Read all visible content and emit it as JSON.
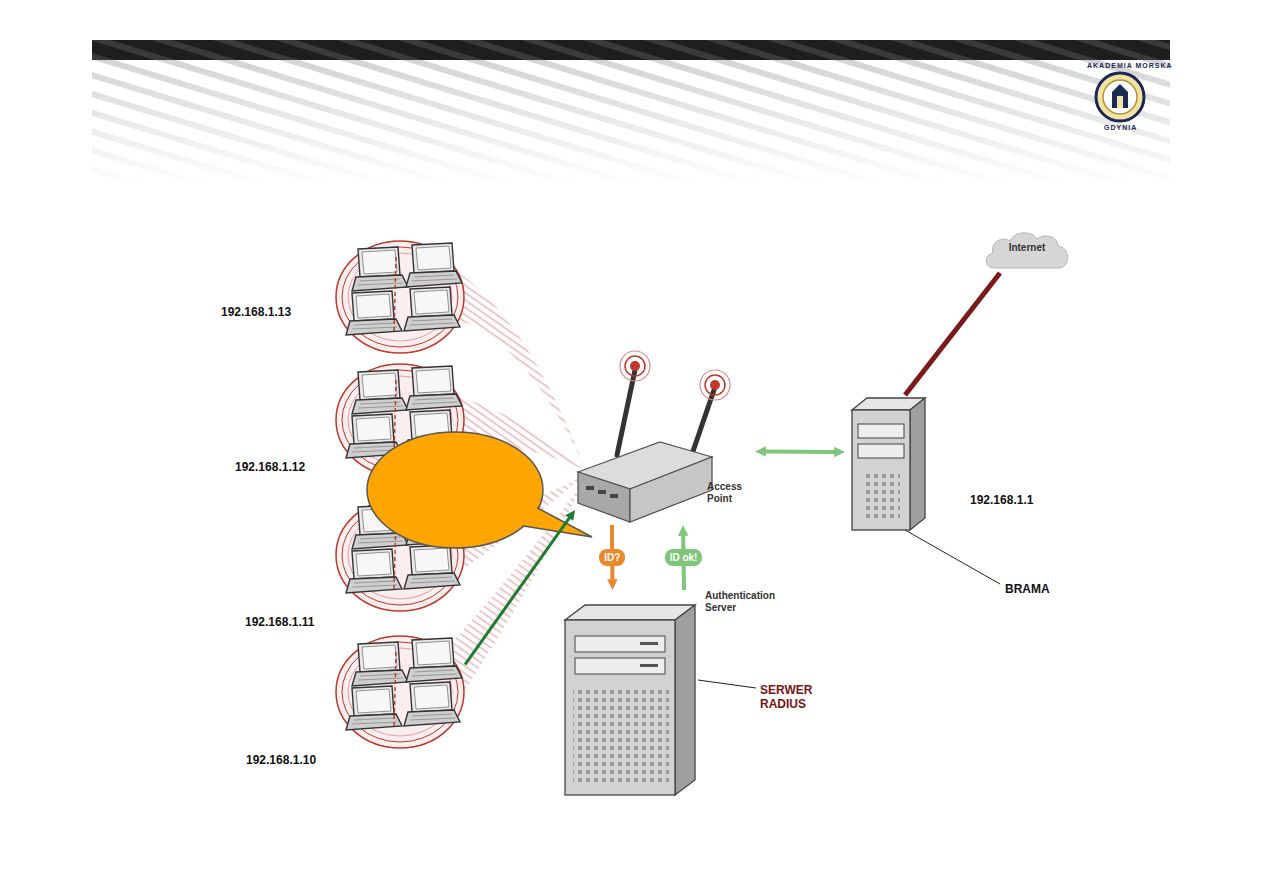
{
  "diagram": {
    "nodes": [
      {
        "text": [
          "192.168.1.13"
        ]
      },
      {
        "text": [
          "192.168.1.12"
        ]
      },
      {
        "text": [
          "192.168.1.11"
        ]
      },
      {
        "text": [
          "192.168.1.10"
        ]
      },
      {
        "text": [
          "Access Point"
        ]
      },
      {
        "text": [
          "Authentication Server",
          "SERWER RADIUS"
        ]
      },
      {
        "text": [
          "192.168.1.1",
          "BRAMA"
        ]
      },
      {
        "text": [
          "Internet"
        ]
      }
    ],
    "edges": [
      {
        "from": 3,
        "to": 4,
        "arrow": "to"
      },
      {
        "from": 4,
        "to": 5,
        "label": "ID?",
        "arrow": "to"
      },
      {
        "from": 5,
        "to": 4,
        "label": "ID ok!",
        "arrow": "to"
      },
      {
        "from": 4,
        "to": 6,
        "arrow": "both"
      },
      {
        "from": 6,
        "to": 7,
        "arrow": "none"
      }
    ],
    "labels": [
      "AKADEMIA MORSKA",
      "GDYNIA"
    ]
  }
}
